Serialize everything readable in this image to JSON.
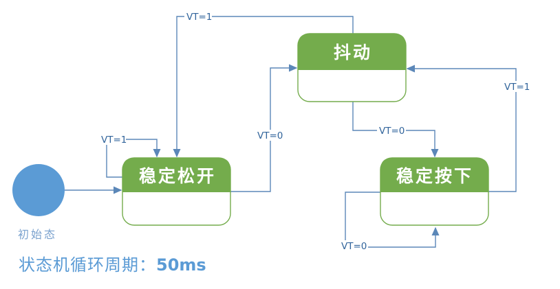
{
  "diagram": {
    "title": {
      "prefix": "状态机循环周期：",
      "value": "50ms"
    },
    "initial_state": {
      "label": "初始态"
    },
    "states": [
      {
        "id": "jitter",
        "label": "抖动"
      },
      {
        "id": "stable-released",
        "label": "稳定松开"
      },
      {
        "id": "stable-pressed",
        "label": "稳定按下"
      }
    ],
    "transitions": [
      {
        "from": "initial",
        "to": "stable-released",
        "label": ""
      },
      {
        "from": "stable-released",
        "to": "stable-released",
        "label": "VT=1"
      },
      {
        "from": "jitter",
        "to": "stable-released",
        "label": "VT=1"
      },
      {
        "from": "stable-released",
        "to": "jitter",
        "label": "VT=0"
      },
      {
        "from": "jitter",
        "to": "stable-pressed",
        "label": "VT=0"
      },
      {
        "from": "stable-pressed",
        "to": "jitter",
        "label": "VT=1"
      },
      {
        "from": "stable-pressed",
        "to": "stable-pressed",
        "label": "VT=0"
      }
    ],
    "colors": {
      "state_green": "#74AC4C",
      "connector_blue": "#5B87B8",
      "transition_label_blue": "#31649B",
      "initial_circle_blue": "#5B9BD5",
      "initial_label_blue": "#7BA2CE",
      "title_blue": "#5B9BD5",
      "state_text_white": "#FFFFFF"
    }
  }
}
